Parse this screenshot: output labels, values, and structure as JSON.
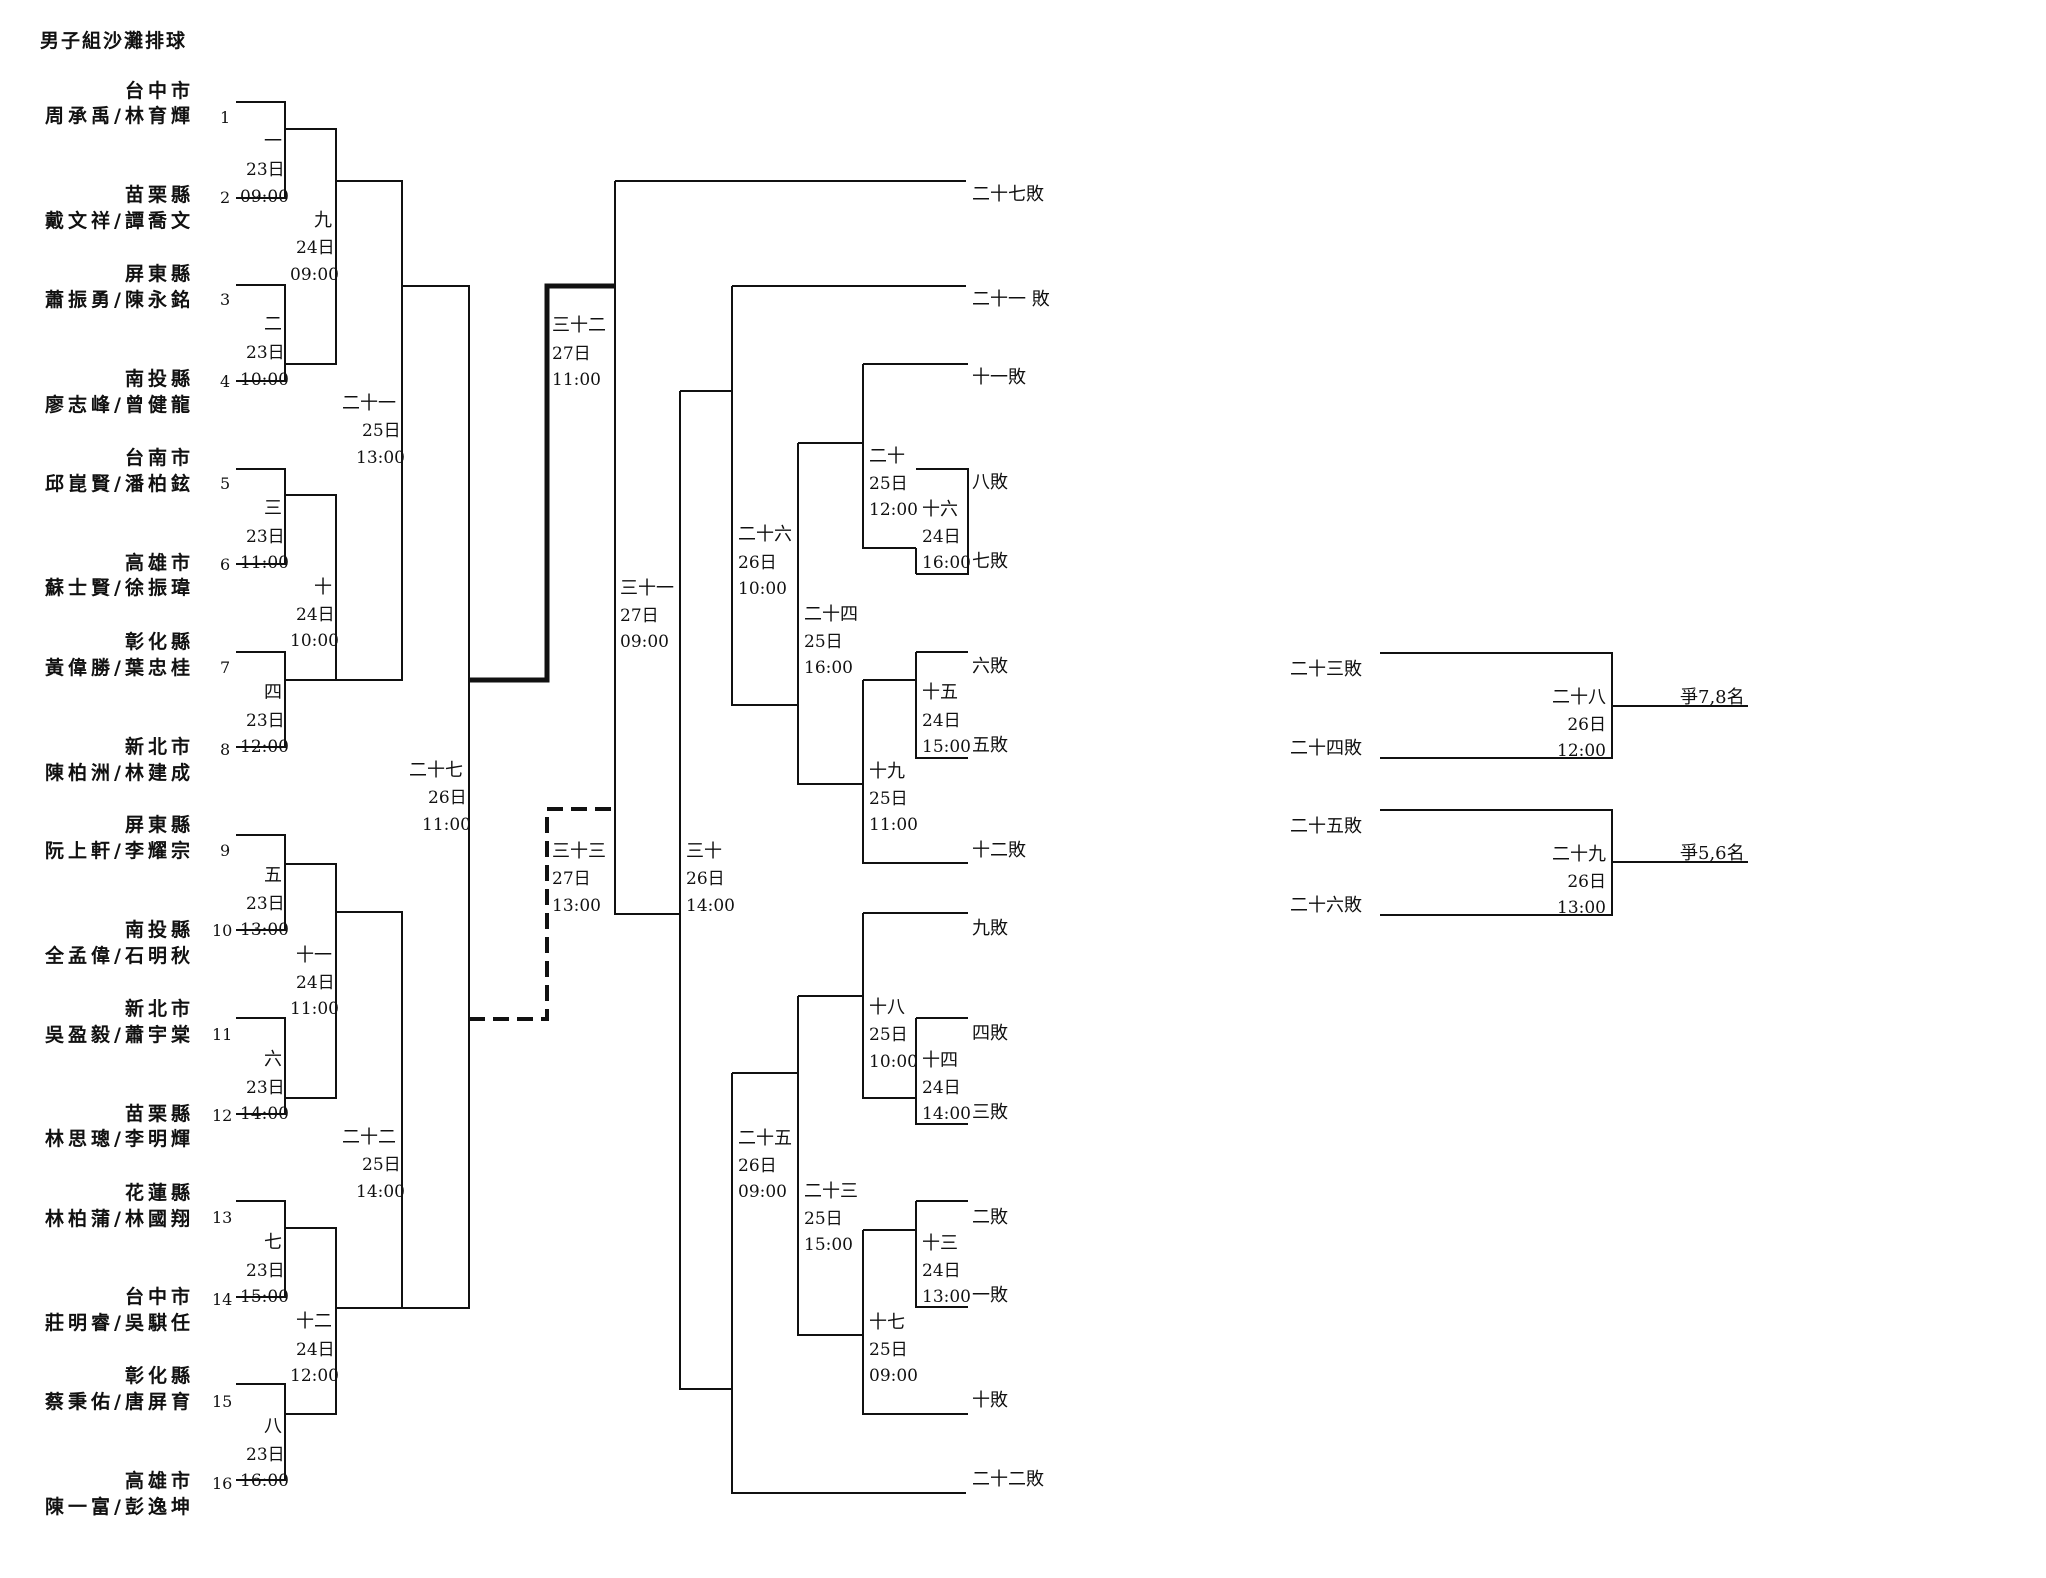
{
  "title": "男子組沙灘排球",
  "entries": [
    {
      "seed": "1",
      "region": "台中市",
      "names": "周承禹/林育輝"
    },
    {
      "seed": "2",
      "region": "苗栗縣",
      "names": "戴文祥/譚喬文"
    },
    {
      "seed": "3",
      "region": "屏東縣",
      "names": "蕭振勇/陳永銘"
    },
    {
      "seed": "4",
      "region": "南投縣",
      "names": "廖志峰/曾健龍"
    },
    {
      "seed": "5",
      "region": "台南市",
      "names": "邱崑賢/潘柏鉉"
    },
    {
      "seed": "6",
      "region": "高雄市",
      "names": "蘇士賢/徐振瑋"
    },
    {
      "seed": "7",
      "region": "彰化縣",
      "names": "黃偉勝/葉忠桂"
    },
    {
      "seed": "8",
      "region": "新北市",
      "names": "陳柏洲/林建成"
    },
    {
      "seed": "9",
      "region": "屏東縣",
      "names": "阮上軒/李耀宗"
    },
    {
      "seed": "10",
      "region": "南投縣",
      "names": "全孟偉/石明秋"
    },
    {
      "seed": "11",
      "region": "新北市",
      "names": "吳盈毅/蕭宇棠"
    },
    {
      "seed": "12",
      "region": "苗栗縣",
      "names": "林思璁/李明輝"
    },
    {
      "seed": "13",
      "region": "花蓮縣",
      "names": "林柏蒲/林國翔"
    },
    {
      "seed": "14",
      "region": "台中市",
      "names": "莊明睿/吳騏任"
    },
    {
      "seed": "15",
      "region": "彰化縣",
      "names": "蔡秉佑/唐屏育"
    },
    {
      "seed": "16",
      "region": "高雄市",
      "names": "陳一富/彭逸坤"
    }
  ],
  "matches": {
    "m1": {
      "num": "一",
      "date": "23日",
      "time": "09:00"
    },
    "m2": {
      "num": "二",
      "date": "23日",
      "time": "10:00"
    },
    "m3": {
      "num": "三",
      "date": "23日",
      "time": "11:00"
    },
    "m4": {
      "num": "四",
      "date": "23日",
      "time": "12:00"
    },
    "m5": {
      "num": "五",
      "date": "23日",
      "time": "13:00"
    },
    "m6": {
      "num": "六",
      "date": "23日",
      "time": "14:00"
    },
    "m7": {
      "num": "七",
      "date": "23日",
      "time": "15:00"
    },
    "m8": {
      "num": "八",
      "date": "23日",
      "time": "16:00"
    },
    "m9": {
      "num": "九",
      "date": "24日",
      "time": "09:00"
    },
    "m10": {
      "num": "十",
      "date": "24日",
      "time": "10:00"
    },
    "m11": {
      "num": "十一",
      "date": "24日",
      "time": "11:00"
    },
    "m12": {
      "num": "十二",
      "date": "24日",
      "time": "12:00"
    },
    "m13": {
      "num": "十三",
      "date": "24日",
      "time": "13:00"
    },
    "m14": {
      "num": "十四",
      "date": "24日",
      "time": "14:00"
    },
    "m15": {
      "num": "十五",
      "date": "24日",
      "time": "15:00"
    },
    "m16": {
      "num": "十六",
      "date": "24日",
      "time": "16:00"
    },
    "m17": {
      "num": "十七",
      "date": "25日",
      "time": "09:00"
    },
    "m18": {
      "num": "十八",
      "date": "25日",
      "time": "10:00"
    },
    "m19": {
      "num": "十九",
      "date": "25日",
      "time": "11:00"
    },
    "m20": {
      "num": "二十",
      "date": "25日",
      "time": "12:00"
    },
    "m21": {
      "num": "二十一",
      "date": "25日",
      "time": "13:00"
    },
    "m22": {
      "num": "二十二",
      "date": "25日",
      "time": "14:00"
    },
    "m23": {
      "num": "二十三",
      "date": "25日",
      "time": "15:00"
    },
    "m24": {
      "num": "二十四",
      "date": "25日",
      "time": "16:00"
    },
    "m25": {
      "num": "二十五",
      "date": "26日",
      "time": "09:00"
    },
    "m26": {
      "num": "二十六",
      "date": "26日",
      "time": "10:00"
    },
    "m27": {
      "num": "二十七",
      "date": "26日",
      "time": "11:00"
    },
    "m28": {
      "num": "二十八",
      "date": "26日",
      "time": "12:00"
    },
    "m29": {
      "num": "二十九",
      "date": "26日",
      "time": "13:00"
    },
    "m30": {
      "num": "三十",
      "date": "26日",
      "time": "14:00"
    },
    "m31": {
      "num": "三十一",
      "date": "27日",
      "time": "09:00"
    },
    "m32": {
      "num": "三十二",
      "date": "27日",
      "time": "11:00"
    },
    "m33": {
      "num": "三十三",
      "date": "27日",
      "time": "13:00"
    }
  },
  "losers": {
    "l27": "二十七敗",
    "l21": "二十一 敗",
    "l11": "十一敗",
    "l8": "八敗",
    "l7": "七敗",
    "l6": "六敗",
    "l5": "五敗",
    "l12": "十二敗",
    "l9": "九敗",
    "l4": "四敗",
    "l3": "三敗",
    "l2": "二敗",
    "l1": "一敗",
    "l10": "十敗",
    "l22": "二十二敗",
    "l23": "二十三敗",
    "l24": "二十四敗",
    "l25": "二十五敗",
    "l26": "二十六敗"
  },
  "placements": {
    "p78": "爭7,8名",
    "p56": "爭5,6名"
  }
}
